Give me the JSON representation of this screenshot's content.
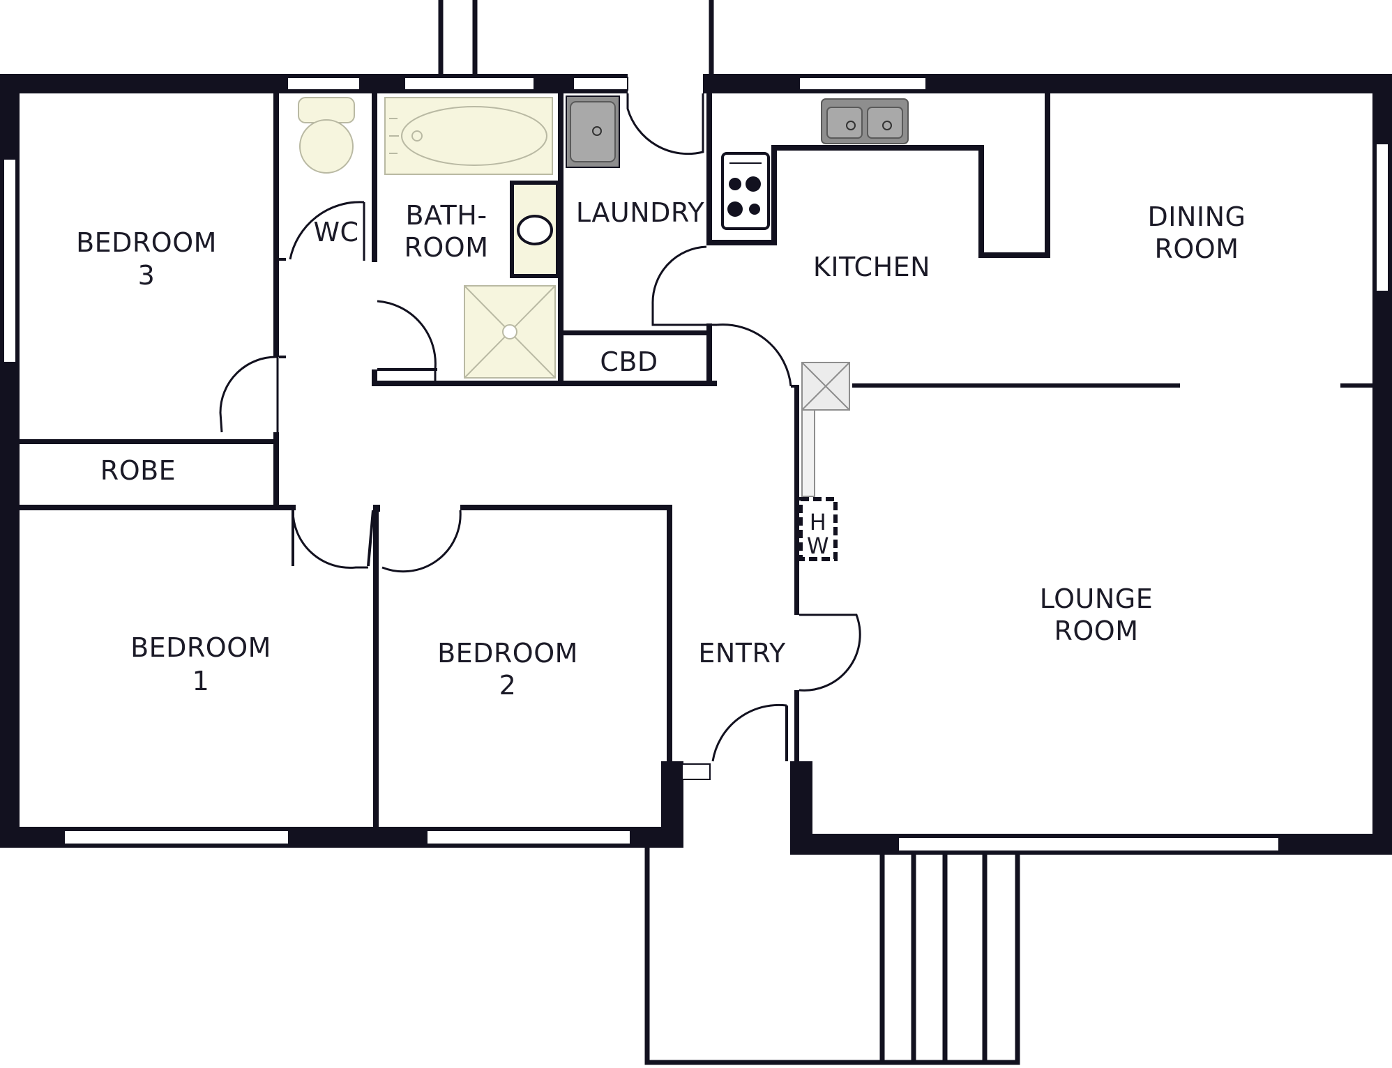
{
  "plan": {
    "colors": {
      "wall": "#12111f",
      "fixture_fill": "#f6f5de",
      "fixture_stroke": "#b9b9a3",
      "sink_fill": "#8e8e8e",
      "window_fill": "#ffffff",
      "background": "#ffffff"
    },
    "rooms": {
      "bedroom3": {
        "line1": "BEDROOM",
        "line2": "3"
      },
      "wc": {
        "line1": "WC"
      },
      "bathroom": {
        "line1": "BATH-",
        "line2": "ROOM"
      },
      "laundry": {
        "line1": "LAUNDRY"
      },
      "kitchen": {
        "line1": "KITCHEN"
      },
      "dining": {
        "line1": "DINING",
        "line2": "ROOM"
      },
      "robe": {
        "line1": "ROBE"
      },
      "cbd": {
        "line1": "CBD"
      },
      "bedroom1": {
        "line1": "BEDROOM",
        "line2": "1"
      },
      "bedroom2": {
        "line1": "BEDROOM",
        "line2": "2"
      },
      "entry": {
        "line1": "ENTRY"
      },
      "lounge": {
        "line1": "LOUNGE",
        "line2": "ROOM"
      },
      "hw": {
        "line1": "H",
        "line2": "W"
      }
    },
    "icons": [
      "toilet-icon",
      "bathtub-icon",
      "basin-icon",
      "shower-icon",
      "laundry-sink-icon",
      "stove-icon",
      "kitchen-sink-icon",
      "fridge-icon"
    ]
  }
}
